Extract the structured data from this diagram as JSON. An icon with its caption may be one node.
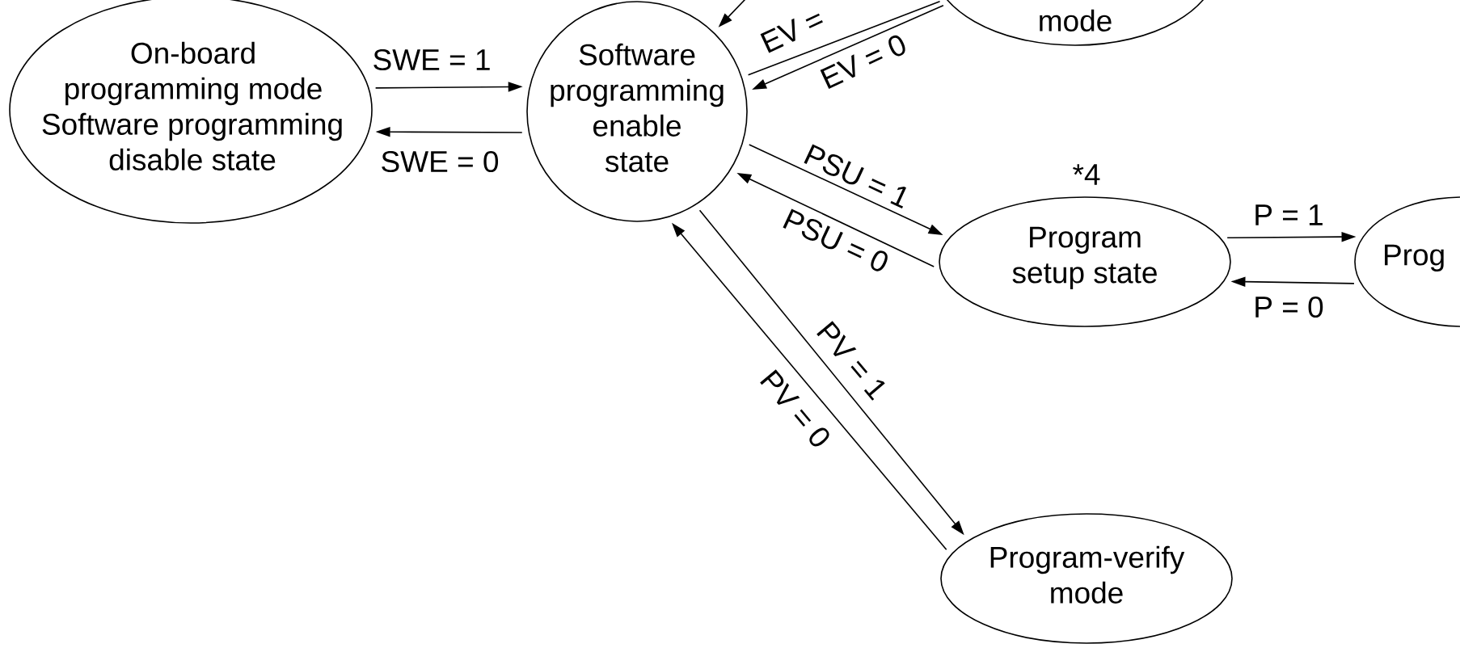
{
  "diagram": {
    "nodes": [
      {
        "text": [
          "On-board programming mode Software programming disable state"
        ]
      },
      {
        "text": [
          "Software programming enable state"
        ]
      },
      {
        "text": [
          "mode"
        ]
      },
      {
        "text": [
          "Program setup state"
        ],
        "beside": [
          "*4"
        ]
      },
      {
        "text": [
          "Prog"
        ]
      },
      {
        "text": [
          "Program-verify mode"
        ]
      }
    ],
    "edges": [
      {
        "from": 0,
        "to": 1,
        "arrow": "to",
        "label": "SWE = 1"
      },
      {
        "from": 1,
        "to": 0,
        "arrow": "to",
        "label": "SWE = 0"
      },
      {
        "from": 1,
        "to": 2,
        "arrow": "none",
        "label": "EV ="
      },
      {
        "from": 2,
        "to": 1,
        "arrow": "to",
        "label": "EV = 0"
      },
      {
        "from": 1,
        "to": 3,
        "arrow": "to",
        "label": "PSU = 1"
      },
      {
        "from": 3,
        "to": 1,
        "arrow": "to",
        "label": "PSU = 0"
      },
      {
        "from": 3,
        "to": 4,
        "arrow": "to",
        "label": "P = 1"
      },
      {
        "from": 4,
        "to": 3,
        "arrow": "to",
        "label": "P = 0"
      },
      {
        "from": 1,
        "to": 5,
        "arrow": "to",
        "label": "PV = 1"
      },
      {
        "from": 5,
        "to": 1,
        "arrow": "to",
        "label": "PV = 0"
      },
      {
        "from": null,
        "to": 1,
        "arrow": "to"
      }
    ]
  }
}
